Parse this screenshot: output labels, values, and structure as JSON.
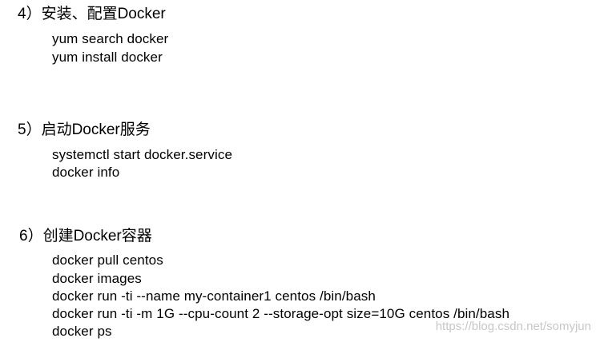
{
  "sections": [
    {
      "heading": "4）安装、配置Docker",
      "commands": [
        "yum search docker",
        "yum install docker"
      ]
    },
    {
      "heading": "5）启动Docker服务",
      "commands": [
        "systemctl start docker.service",
        "docker info"
      ]
    },
    {
      "heading": "6）创建Docker容器",
      "commands": [
        "docker pull centos",
        "docker images",
        "docker run -ti --name my-container1  centos /bin/bash",
        "docker run -ti -m 1G --cpu-count 2 --storage-opt size=10G   centos /bin/bash",
        "docker ps"
      ]
    }
  ],
  "watermark": "https://blog.csdn.net/somyjun"
}
